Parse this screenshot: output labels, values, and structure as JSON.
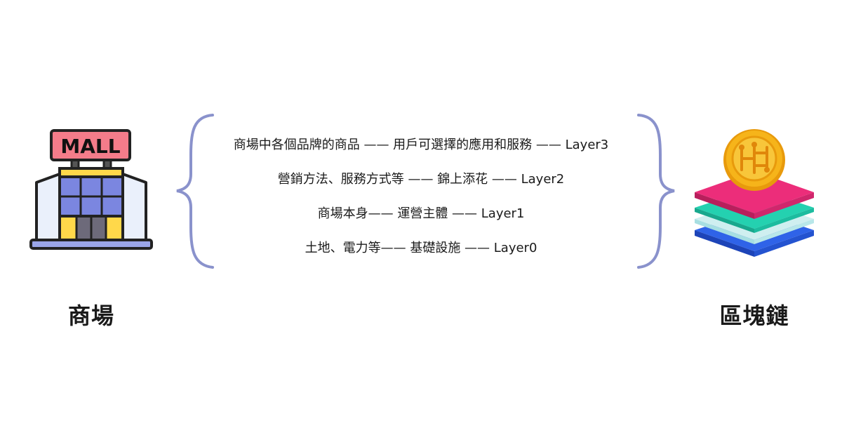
{
  "left": {
    "label": "商場",
    "sign_text": "MALL",
    "icon": "mall-building-icon"
  },
  "right": {
    "label": "區塊鏈",
    "icon": "blockchain-layers-coin-icon"
  },
  "layers": [
    {
      "text": "商場中各個品牌的商品 —— 用戶可選擇的應用和服務 —— Layer3"
    },
    {
      "text": "營銷方法、服務方式等 —— 錦上添花 —— Layer2"
    },
    {
      "text": "商場本身—— 運營主體 —— Layer1"
    },
    {
      "text": "土地、電力等—— 基礎設施 —— Layer0"
    }
  ],
  "colors": {
    "brace": "#8a92cc",
    "sign": "#f47c8a",
    "building": "#7b86e0",
    "layer_pink": "#ec2d7a",
    "layer_teal": "#24d1b0",
    "layer_light": "#cfeff0",
    "layer_blue": "#2f63e8",
    "coin": "#f6b41a"
  }
}
